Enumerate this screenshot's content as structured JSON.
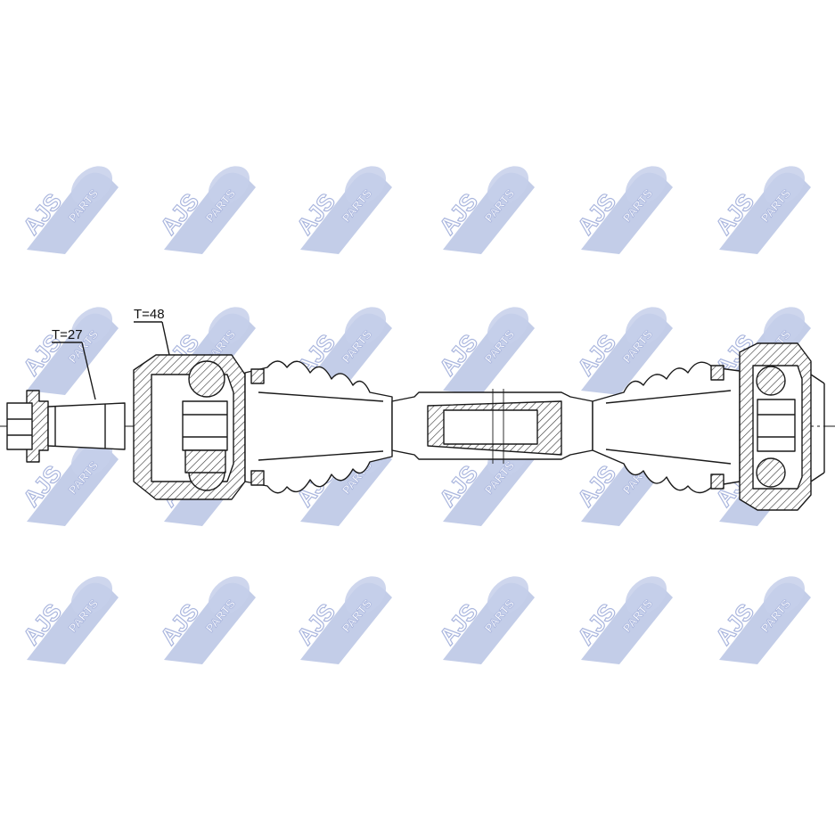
{
  "watermark": {
    "text": "AJS PARTS",
    "brand_color": "#b9c4e4",
    "logo_color": "#aab6de"
  },
  "diagram": {
    "title": "",
    "line_color": "#1a1a1a",
    "hatch_color": "#333333",
    "callouts": [
      {
        "id": "t27",
        "label": "T=27"
      },
      {
        "id": "t48",
        "label": "T=48"
      }
    ]
  }
}
